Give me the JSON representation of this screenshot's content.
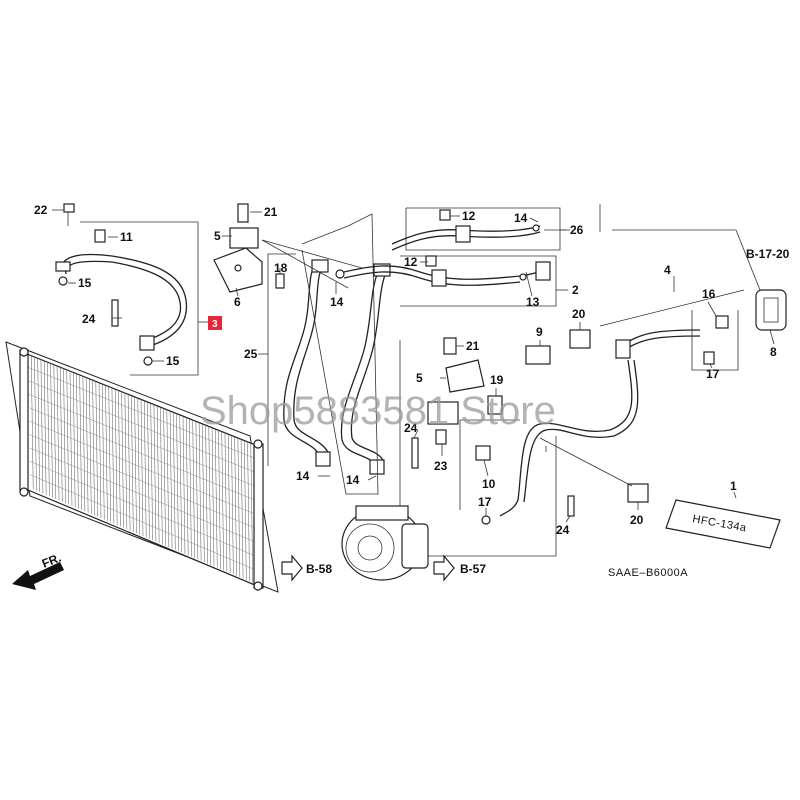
{
  "diagram": {
    "watermark": "Shop5883581 Store",
    "code": "SAAE–B6000A",
    "highlight_color": "#e8263a",
    "direction_label": "FR.",
    "refs": {
      "b1720": "B-17-20",
      "b58": "B-58",
      "b57": "B-57"
    },
    "label": {
      "l1": "1",
      "l2": "2",
      "l3": "3",
      "l4": "4",
      "l5": "5",
      "l6": "6",
      "l8": "8",
      "l9": "9",
      "l10": "10",
      "l11": "11",
      "l12": "12",
      "l13": "13",
      "l14": "14",
      "l15": "15",
      "l16": "16",
      "l17": "17",
      "l18": "18",
      "l19": "19",
      "l20": "20",
      "l21": "21",
      "l22": "22",
      "l23": "23",
      "l24": "24",
      "l25": "25",
      "l26": "26"
    },
    "label_plate_text": "HFC-134a"
  }
}
